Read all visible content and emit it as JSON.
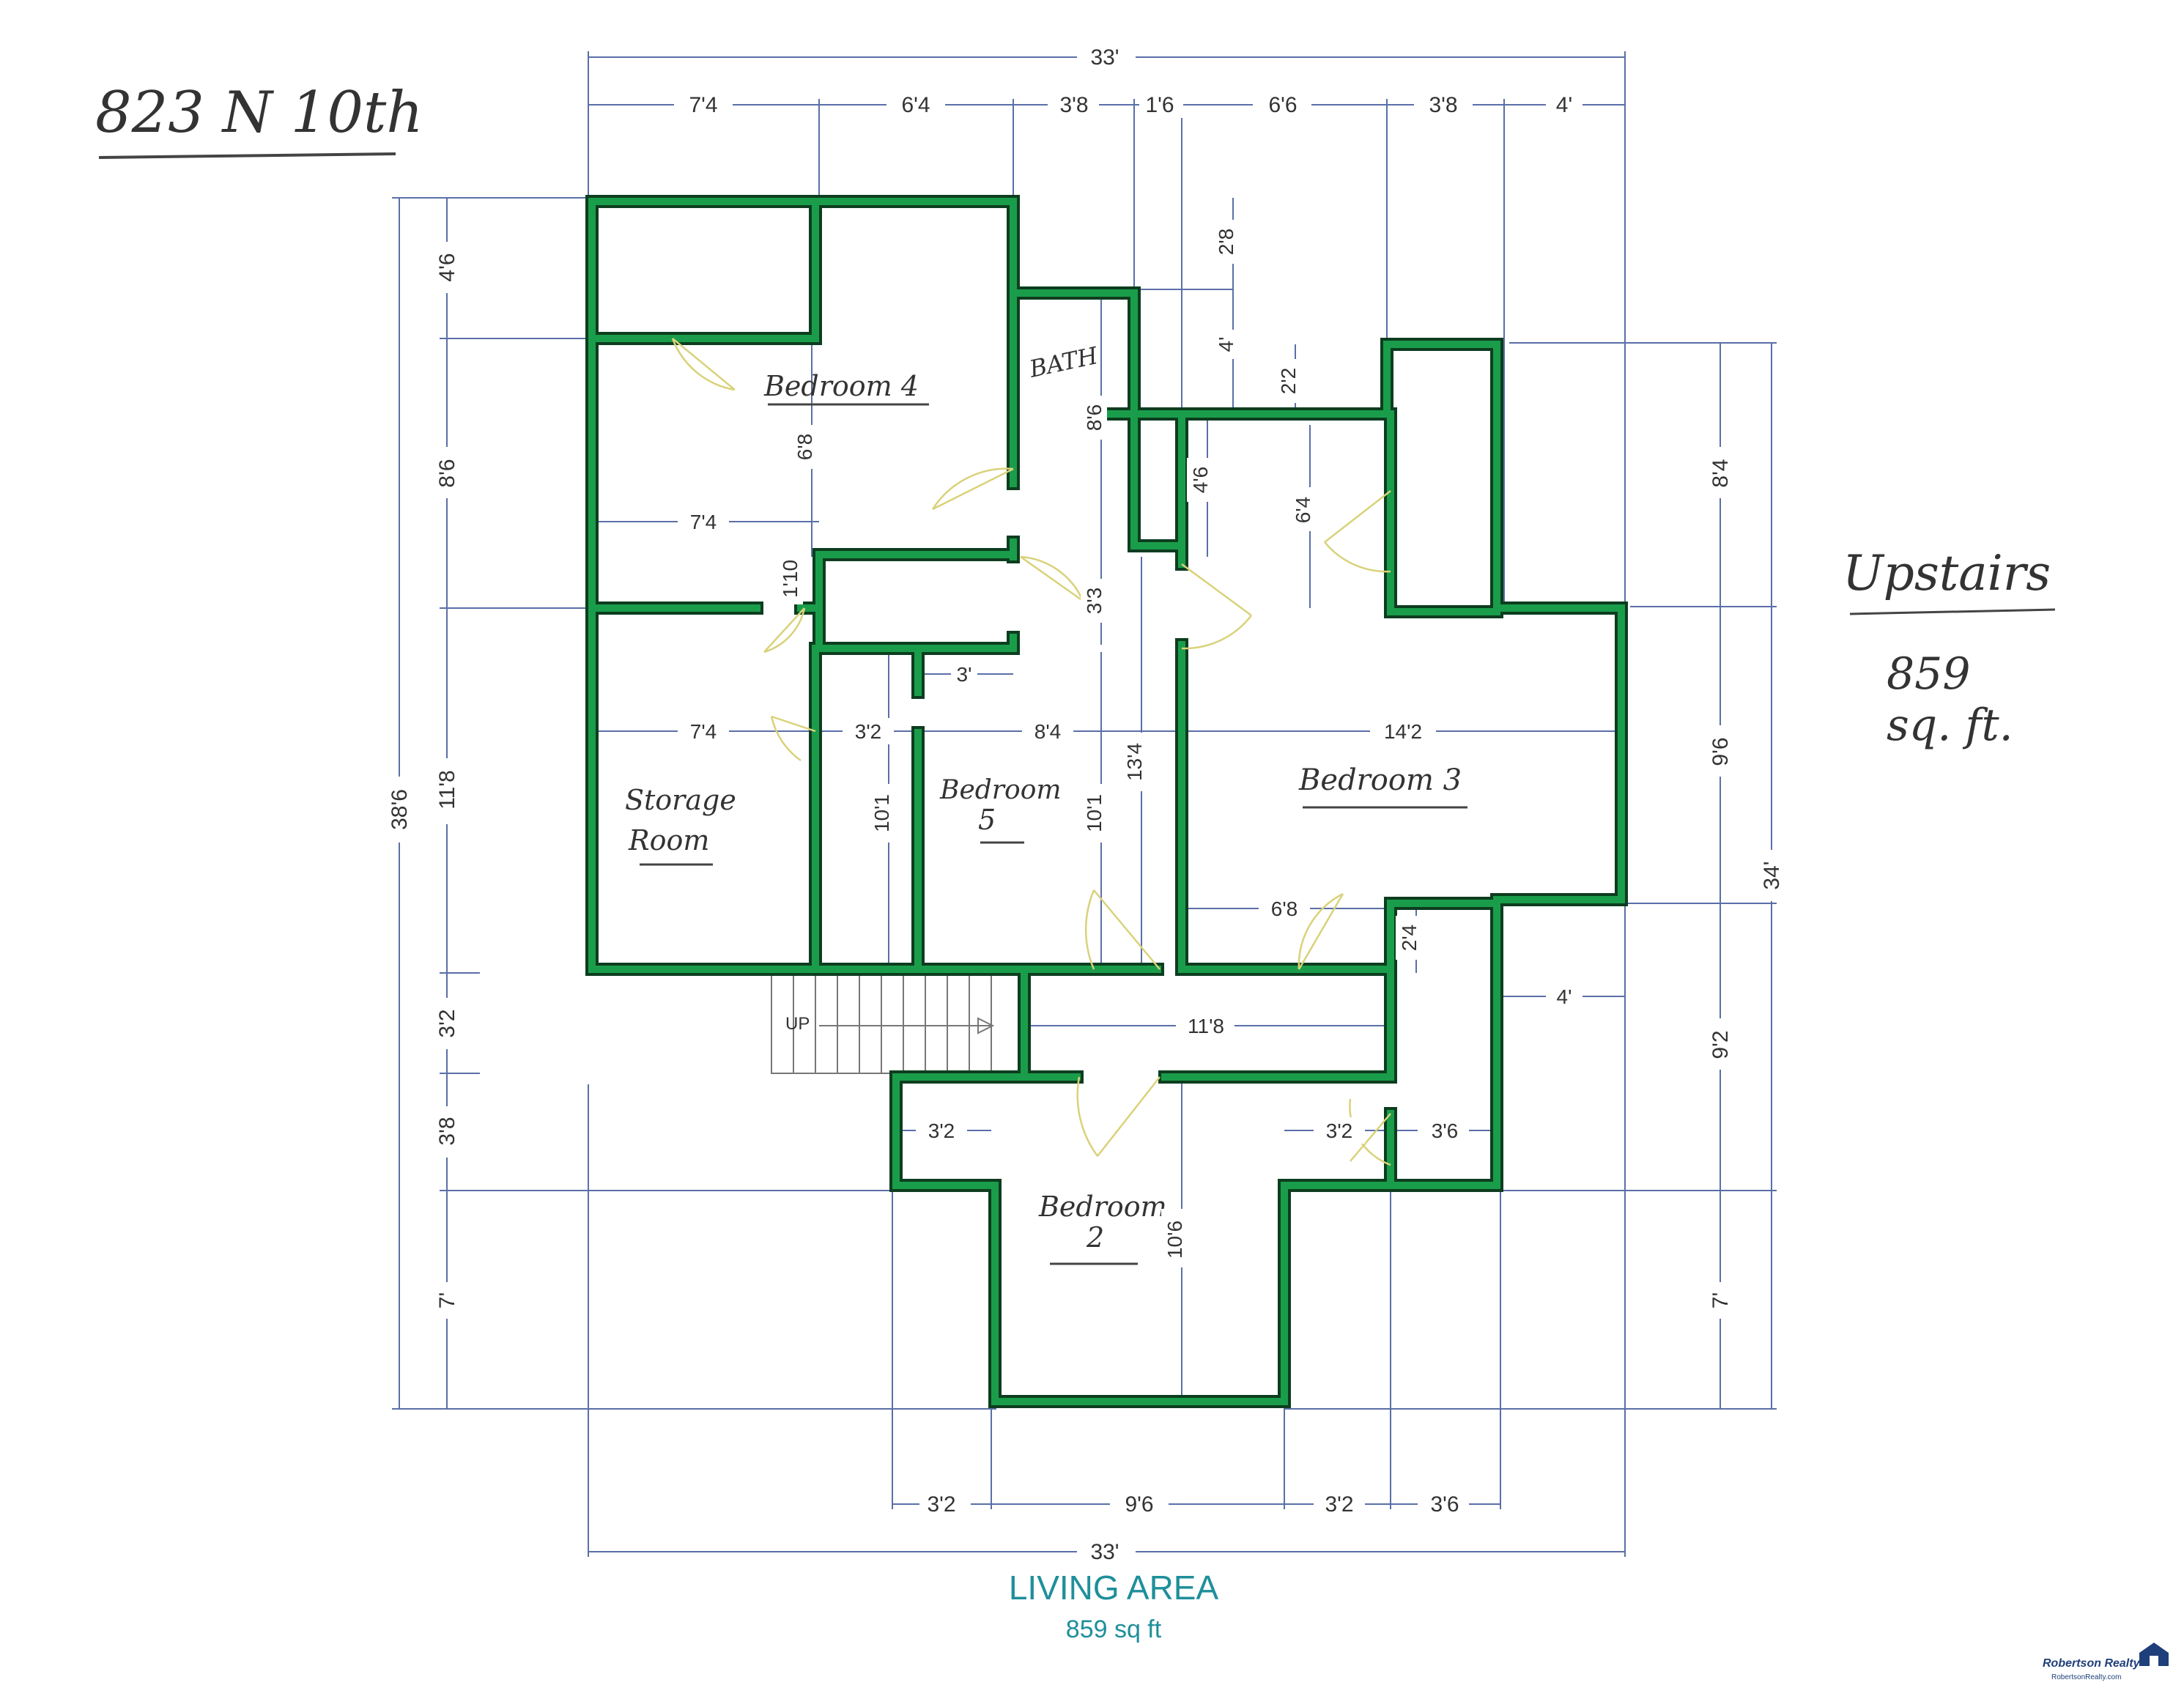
{
  "header": {
    "address": "823 N 10th"
  },
  "summary": {
    "floor": "Upstairs",
    "area_number": "859",
    "area_unit": "sq. ft."
  },
  "rooms": {
    "bedroom4": "Bedroom 4",
    "bath": "BATH",
    "storage_line1": "Storage",
    "storage_line2": "Room",
    "bedroom5_line1": "Bedroom",
    "bedroom5_line2": "5",
    "bedroom3": "Bedroom 3",
    "bedroom2_line1": "Bedroom",
    "bedroom2_line2": "2",
    "stairs": "UP"
  },
  "dimensions": {
    "top_overall": "33'",
    "top_segments": [
      "7'4",
      "6'4",
      "3'8",
      "1'6",
      "6'6",
      "3'8",
      "4'"
    ],
    "bottom_segments": [
      "3'2",
      "9'6",
      "3'2",
      "3'6"
    ],
    "bottom_overall": "33'",
    "left_overall": "38'6",
    "left_segments": [
      "4'6",
      "8'6",
      "11'8",
      "3'2",
      "3'8",
      "7'"
    ],
    "right_overall": "34'",
    "right_segments": [
      "8'4",
      "9'6",
      "9'2",
      "7'"
    ],
    "interior": {
      "d_2_8": "2'8",
      "d_4": "4'",
      "d_2_2": "2'2",
      "d_8_6": "8'6",
      "d_6_8": "6'8",
      "d_7_4_a": "7'4",
      "d_1_10": "1'10",
      "d_4_6": "4'6",
      "d_6_4": "6'4",
      "d_3_3": "3'3",
      "d_3": "3'",
      "d_7_4_b": "7'4",
      "d_3_2_a": "3'2",
      "d_8_4": "8'4",
      "d_14_2": "14'2",
      "d_13_4": "13'4",
      "d_10_1_a": "10'1",
      "d_10_1_b": "10'1",
      "d_6_8_b": "6'8",
      "d_2_4": "2'4",
      "d_4_b": "4'",
      "d_11_8": "11'8",
      "d_3_2_b": "3'2",
      "d_3_2_c": "3'2",
      "d_3_6": "3'6",
      "d_10_6": "10'6"
    }
  },
  "footer": {
    "title": "LIVING AREA",
    "subtitle": "859 sq ft"
  },
  "logo": {
    "name": "Robertson Realty",
    "url": "RobertsonRealty.com"
  },
  "colors": {
    "wall": "#1a9d4a",
    "wall_outline": "#0d3d1f",
    "dimension": "#5a6fa8",
    "door": "#d9d27a",
    "footer": "#1e8f9b"
  }
}
